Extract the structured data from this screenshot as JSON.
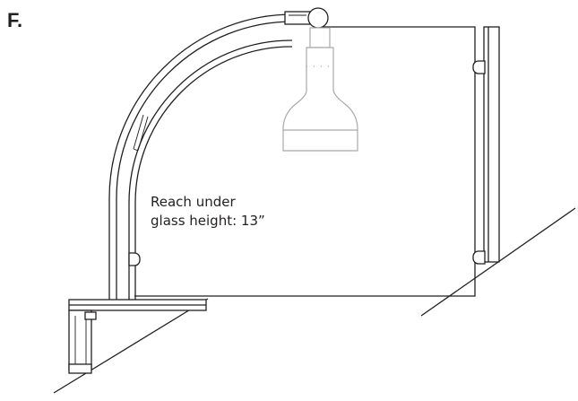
{
  "figure": {
    "panel_letter": "F.",
    "annotation_line1": "Reach under",
    "annotation_line2": "glass height: 13”"
  },
  "colors": {
    "line": "#231f20",
    "lamp_outline": "#a8a9ab",
    "background": "#ffffff"
  }
}
